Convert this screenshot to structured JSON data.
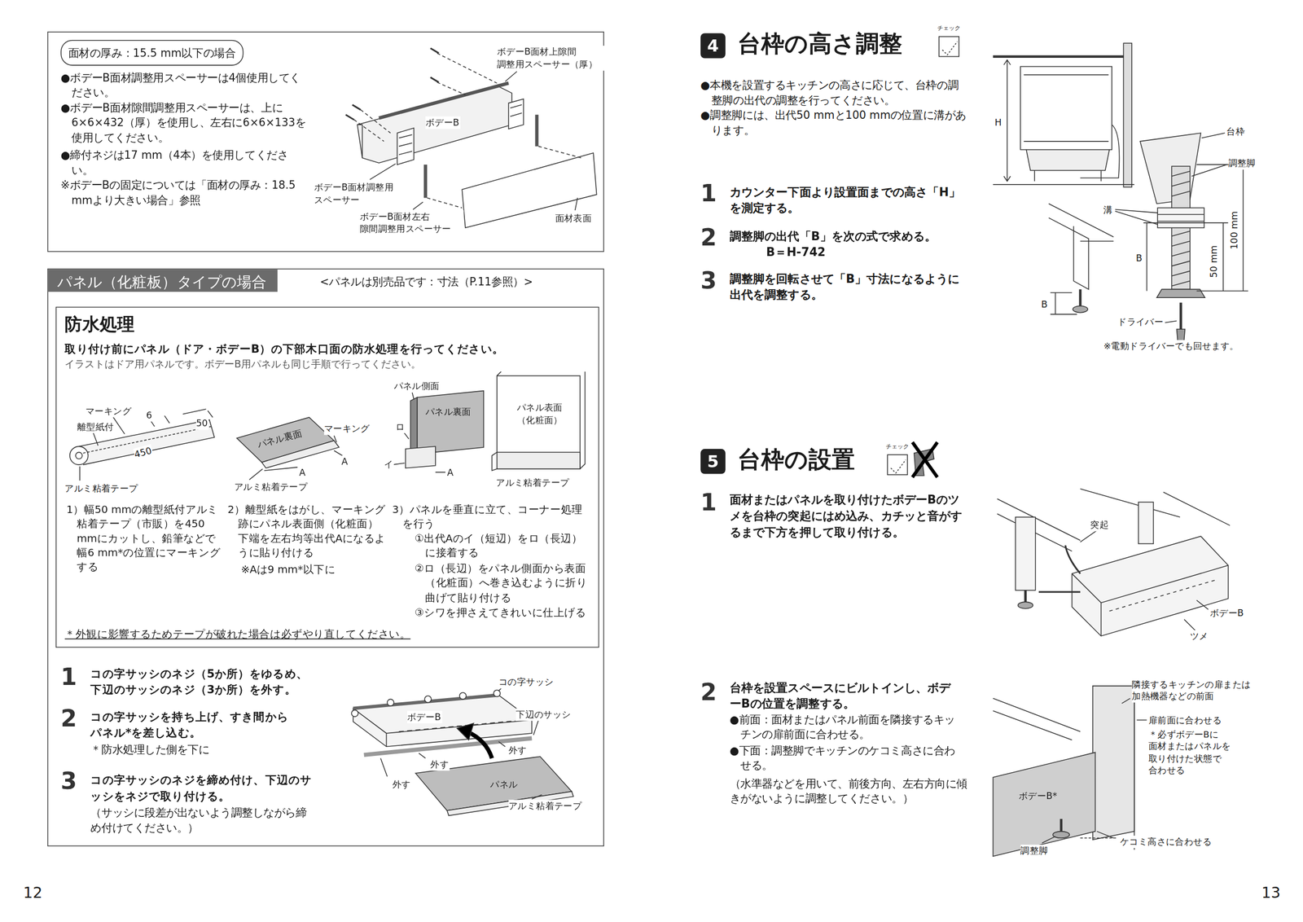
{
  "diagram": {
    "nodes": [
      {
        "text": [
          "●ボデーB面材調整用スペーサーは4個使用してください。",
          "●ボデーB面材隙間調整用スペーサーは、上に6×6×432（厚）を使用し、左右に6×6×133を使用してください。",
          "●締付ネジは17 mm（4本）を使用してください。",
          "※ボデーBの固定については「面材の厚み：18.5 mmより大きい場合」参照"
        ]
      },
      {
        "text": [
          "面材の厚み：15.5 mm以下の場合"
        ],
        "in": 0
      },
      {
        "text": [
          "<パネルは別売品です：寸法（P.11参照）>",
          "1",
          "コの字サッシのネジ（5か所）をゆるめ、下辺のサッシのネジ（3か所）を外す。",
          "2",
          "コの字サッシを持ち上げ、すき間からパネル*を差し込む。",
          "＊防水処理した側を下に",
          "3",
          "コの字サッシのネジを締め付け、下辺のサッシをネジで取り付ける。",
          "（サッシに段差が出ないよう調整しながら締め付けてください。）"
        ]
      },
      {
        "text": [
          "パネル（化粧板）タイプの場合"
        ],
        "in": 2
      },
      {
        "text": [
          "防水処理",
          "取り付け前にパネル（ドア・ボデーB）の下部木口面の防水処理を行ってください。",
          "イラストはドア用パネルです。ボデーB用パネルも同じ手順で行ってください。",
          "1）幅50 mmの離型紙付アルミ粘着テープ（市販）を450 mmにカットし、鉛筆などで幅6 mm*の位置にマーキングする",
          "2）離型紙をはがし、マーキング跡にパネル表面側（化粧面）下端を左右均等出代Aになるように貼り付ける",
          "※Aは9 mm*以下に",
          "3）パネルを垂直に立て、コーナー処理を行う",
          "①出代Aのイ（短辺）をロ（長辺）に接着する",
          "②ロ（長辺）をパネル側面から表面（化粧面）へ巻き込むように折り曲げて貼り付ける",
          "③シワを押さえてきれいに仕上げる",
          "＊外観に影響するためテープが破れた場合は必ずやり直してください。"
        ],
        "in": 2
      },
      {
        "text": [
          "4",
          "台枠の高さ調整"
        ]
      },
      {
        "text": [
          "5",
          "台枠の設置"
        ]
      }
    ],
    "labels": [
      "ボデーB面材上隙間 調整用スペーサー（厚）",
      "ボデーB",
      "ボデーB面材調整用 スペーサー",
      "ボデーB面材左右 隙間調整用スペーサー",
      "面材表面",
      "マーキング",
      "6",
      "50",
      "離型紙付",
      "450",
      "アルミ粘着テープ",
      "パネル裏面",
      "マーキング",
      "A",
      "A",
      "アルミ粘着テープ",
      "パネル側面",
      "パネル裏面",
      "ロ",
      "イ",
      "A",
      "パネル表面 （化粧面）",
      "アルミ粘着テープ",
      "コの字サッシ",
      "ボデーB",
      "下辺のサッシ",
      "外す",
      "外す",
      "外す",
      "パネル",
      "アルミ粘着テープ",
      "12",
      "チェック",
      "●本機を設置するキッチンの高さに応じて、台枠の調整脚の出代の調整を行ってください。",
      "●調整脚には、出代50 mmと100 mmの位置に溝があります。",
      "1",
      "カウンター下面より設置面までの高さ「H」を測定する。",
      "2",
      "調整脚の出代「B」を次の式で求める。",
      "B＝H-742",
      "3",
      "調整脚を回転させて「B」寸法になるように出代を調整する。",
      "H",
      "台枠",
      "調整脚",
      "溝",
      "100 mm",
      "50 mm",
      "B",
      "B",
      "ドライバー",
      "※電動ドライバーでも回せます。",
      "チェック",
      "1",
      "面材またはパネルを取り付けたボデーBのツメを台枠の突起にはめ込み、カチッと音がするまで下方を押して取り付ける。",
      "突起",
      "ボデーB",
      "ツメ",
      "2",
      "台枠を設置スペースにビルトインし、ボデーBの位置を調整する。",
      "●前面：面材またはパネル前面を隣接するキッチンの扉前面に合わせる。",
      "●下面：調整脚でキッチンのケコミ高さに合わせる。",
      "（水準器などを用いて、前後方向、左右方向に傾きがないように調整してください。）",
      "隣接するキッチンの扉または 加熱機器などの前面",
      "扉前面に合わせる",
      "＊必ずボデーBに 面材またはパネルを 取り付けた状態で 合わせる",
      "ボデーB*",
      "ケコミ高さに合わせる",
      "調整脚",
      "13"
    ]
  }
}
